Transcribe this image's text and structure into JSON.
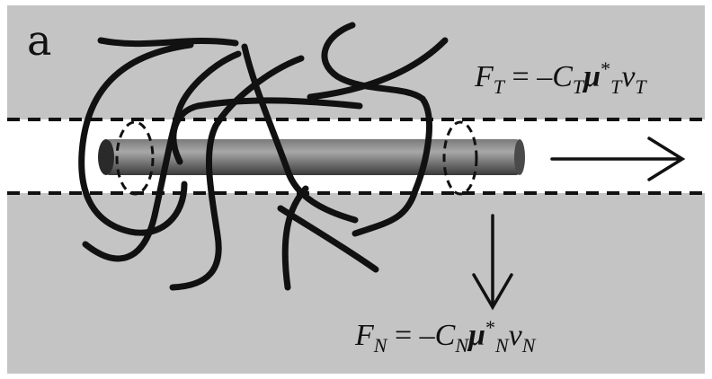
{
  "panel_label": "a",
  "equations": {
    "tangential": {
      "F": "F",
      "F_sub": "T",
      "eq": " = –",
      "C": "C",
      "C_sub": "T",
      "mu": "μ",
      "star": "*",
      "mu_sub": "T",
      "v": "v",
      "v_sub": "T"
    },
    "normal": {
      "F": "F",
      "F_sub": "N",
      "eq": " = –",
      "C": "C",
      "C_sub": "N",
      "mu": "μ",
      "star": "*",
      "mu_sub": "N",
      "v": "v",
      "v_sub": "N"
    }
  },
  "colors": {
    "background": "#c4c4c4",
    "channel": "#ffffff",
    "ink": "#111111",
    "rod_dark": "#3a3a3a",
    "rod_light": "#9a9a9a"
  }
}
